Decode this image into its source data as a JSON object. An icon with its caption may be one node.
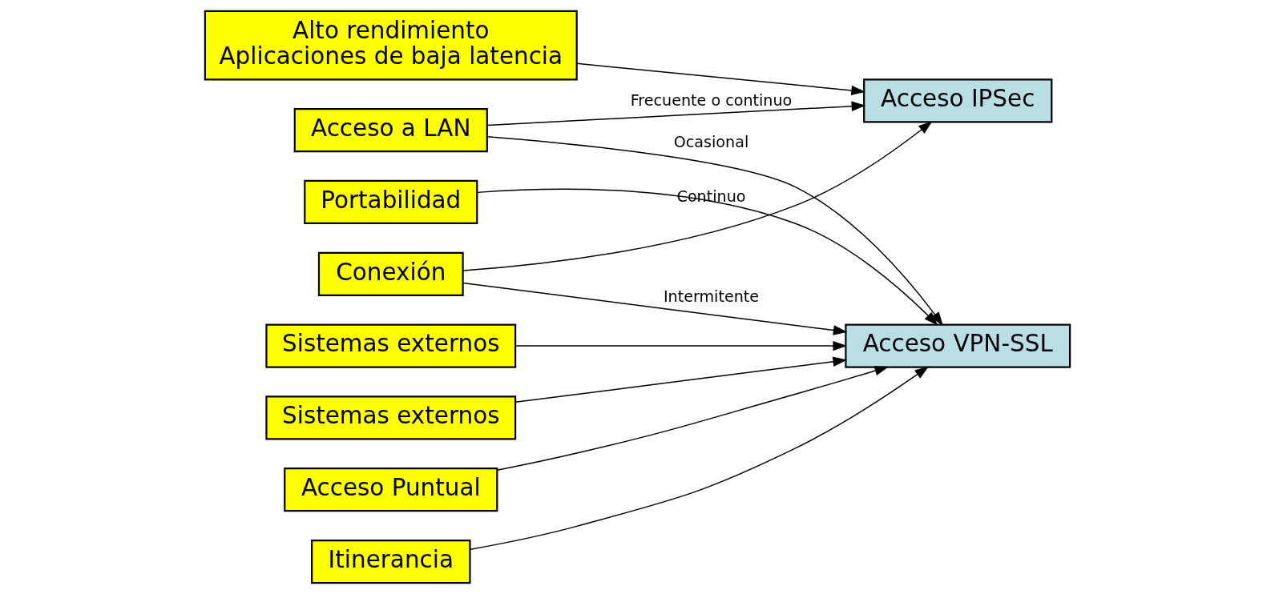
{
  "diagram": {
    "nodes": [
      {
        "text": [
          "Acceso a LAN"
        ]
      },
      {
        "text": [
          "Acceso Puntual"
        ]
      },
      {
        "text": [
          "Itinerancia"
        ]
      },
      {
        "text": [
          "Alto rendimiento",
          "Aplicaciones de baja latencia"
        ]
      },
      {
        "text": [
          "Acceso IPSec"
        ]
      },
      {
        "text": [
          "Acceso VPN-SSL"
        ]
      },
      {
        "text": [
          "Portabilidad"
        ]
      },
      {
        "text": [
          "Conexión"
        ]
      },
      {
        "text": [
          "Sistemas externos"
        ]
      },
      {
        "text": [
          "Sistemas externos"
        ]
      }
    ],
    "edges": [
      {
        "from": 0,
        "to": 4,
        "arrow": "to",
        "label": "Frecuente o continuo"
      },
      {
        "from": 0,
        "to": 5,
        "arrow": "to",
        "label": "Ocasional"
      },
      {
        "from": 1,
        "to": 5,
        "arrow": "to"
      },
      {
        "from": 2,
        "to": 5,
        "arrow": "to"
      },
      {
        "from": 3,
        "to": 4,
        "arrow": "to"
      },
      {
        "from": 6,
        "to": 5,
        "arrow": "to"
      },
      {
        "from": 7,
        "to": 4,
        "arrow": "to",
        "label": "Continuo"
      },
      {
        "from": 7,
        "to": 5,
        "arrow": "to",
        "label": "Intermitente"
      },
      {
        "from": 8,
        "to": 5,
        "arrow": "to"
      },
      {
        "from": 9,
        "to": 5,
        "arrow": "to"
      }
    ]
  }
}
